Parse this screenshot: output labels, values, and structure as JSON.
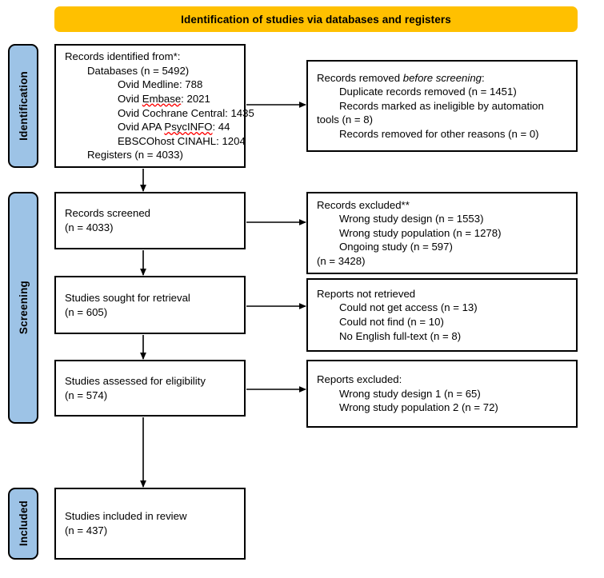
{
  "diagram": {
    "type": "prisma-flow-diagram",
    "banner": {
      "label": "Identification of studies via databases and registers",
      "color": "#FFC000"
    },
    "stage_color": "#9DC3E6",
    "stages": [
      {
        "key": "identification",
        "label": "Identification"
      },
      {
        "key": "screening",
        "label": "Screening"
      },
      {
        "key": "included",
        "label": "Included"
      }
    ],
    "boxes": {
      "identified": {
        "title": "Records identified from*:",
        "databases": "Databases (n = 5492)",
        "sources": [
          {
            "name": "Ovid Medline: 788",
            "misspelled": ""
          },
          {
            "name": "Ovid Embase: 2021",
            "misspelled": "Embase"
          },
          {
            "name": "Ovid Cochrane Central: 1435",
            "misspelled": ""
          },
          {
            "name": "Ovid APA PsycINFO: 44",
            "misspelled": "PsycINFO"
          },
          {
            "name": "EBSCOhost CINAHL: 1204",
            "misspelled": ""
          }
        ],
        "registers": "Registers (n = 4033)",
        "source_lines": {
          "medline": "Ovid Medline: 788",
          "embase_pre": "Ovid ",
          "embase_word": "Embase",
          "embase_post": ": 2021",
          "cochrane": "Ovid Cochrane Central: 1435",
          "psycinfo_pre": "Ovid APA ",
          "psycinfo_word": "PsycINFO",
          "psycinfo_post": ": 44",
          "cinahl": "EBSCOhost CINAHL: 1204"
        }
      },
      "removed": {
        "title_pre": "Records removed ",
        "title_ital": "before screening",
        "title_post": ":",
        "items": [
          "Duplicate records removed (n = 1451)",
          "Records marked as ineligible by automation",
          "tools (n = 8)",
          "Records removed for other reasons (n = 0)"
        ]
      },
      "screened": {
        "title": "Records screened",
        "count": "(n = 4033)"
      },
      "excluded": {
        "title": "Records excluded**",
        "items": [
          "Wrong study design (n = 1553)",
          "Wrong study population (n = 1278)",
          "Ongoing study (n = 597)"
        ],
        "total": "(n = 3428)"
      },
      "sought": {
        "title": "Studies sought for retrieval",
        "count": "(n = 605)"
      },
      "not_retrieved": {
        "title": "Reports not retrieved",
        "items": [
          "Could not get access (n = 13)",
          "Could not find (n = 10)",
          "No English full-text (n = 8)"
        ]
      },
      "assessed": {
        "title": "Studies assessed for eligibility",
        "count": "(n = 574)"
      },
      "reports_excluded": {
        "title": "Reports excluded:",
        "items": [
          "Wrong study design 1 (n = 65)",
          "Wrong study population 2 (n = 72)"
        ]
      },
      "included": {
        "title": "Studies included in review",
        "count": "(n = 437)"
      }
    }
  },
  "chart_data": {
    "type": "diagram",
    "title": "Identification of studies via databases and registers",
    "nodes": [
      {
        "id": "identified",
        "stage": "Identification",
        "n_databases": 5492,
        "n_registers": 4033
      },
      {
        "id": "removed",
        "stage": "Identification",
        "duplicates": 1451,
        "automation_tools": 8,
        "other_reasons": 0
      },
      {
        "id": "screened",
        "stage": "Screening",
        "n": 4033
      },
      {
        "id": "excluded",
        "stage": "Screening",
        "wrong_study_design": 1553,
        "wrong_study_population": 1278,
        "ongoing_study": 597,
        "total": 3428
      },
      {
        "id": "sought",
        "stage": "Screening",
        "n": 605
      },
      {
        "id": "not_retrieved",
        "stage": "Screening",
        "no_access": 13,
        "not_found": 10,
        "no_english_fulltext": 8
      },
      {
        "id": "assessed",
        "stage": "Screening",
        "n": 574
      },
      {
        "id": "reports_excluded",
        "stage": "Screening",
        "wrong_study_design_1": 65,
        "wrong_study_population_2": 72
      },
      {
        "id": "included",
        "stage": "Included",
        "n": 437
      }
    ],
    "database_counts": {
      "Ovid Medline": 788,
      "Ovid Embase": 2021,
      "Ovid Cochrane Central": 1435,
      "Ovid APA PsycINFO": 44,
      "EBSCOhost CINAHL": 1204
    },
    "edges": [
      {
        "from": "identified",
        "to": "removed",
        "direction": "right"
      },
      {
        "from": "identified",
        "to": "screened",
        "direction": "down"
      },
      {
        "from": "screened",
        "to": "excluded",
        "direction": "right"
      },
      {
        "from": "screened",
        "to": "sought",
        "direction": "down"
      },
      {
        "from": "sought",
        "to": "not_retrieved",
        "direction": "right"
      },
      {
        "from": "sought",
        "to": "assessed",
        "direction": "down"
      },
      {
        "from": "assessed",
        "to": "reports_excluded",
        "direction": "right"
      },
      {
        "from": "assessed",
        "to": "included",
        "direction": "down"
      }
    ]
  }
}
